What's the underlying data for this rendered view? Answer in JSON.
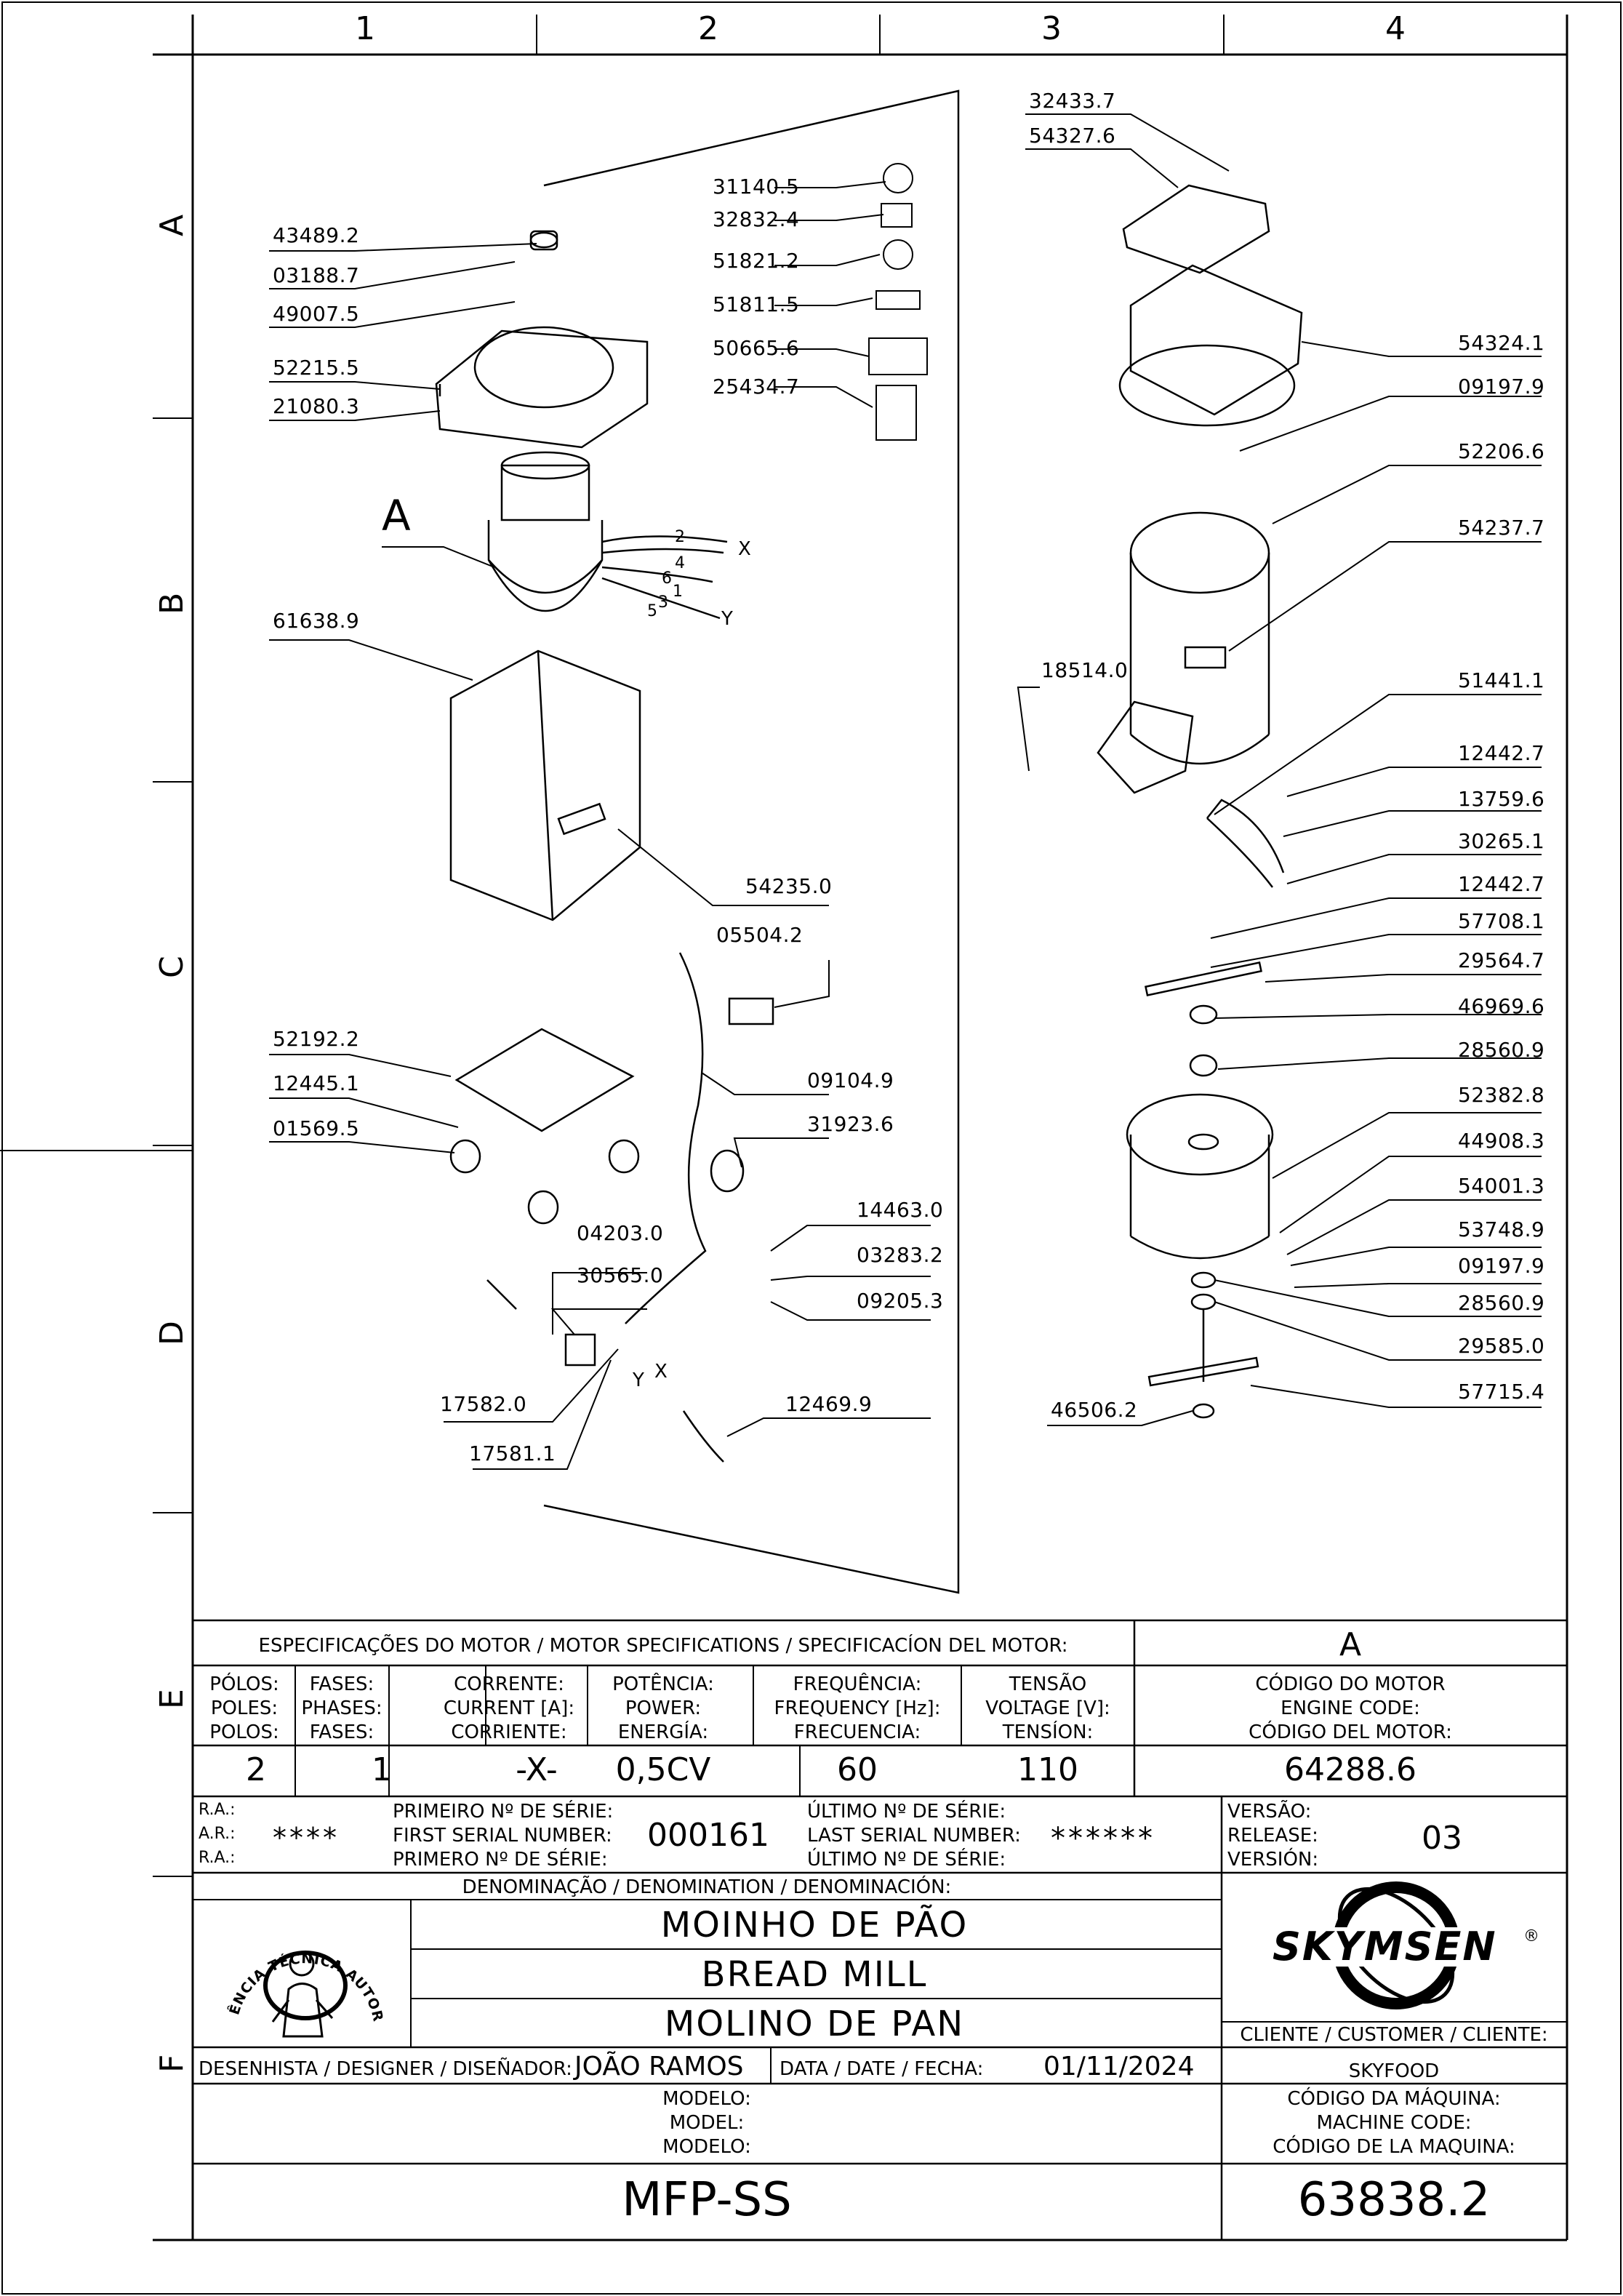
{
  "grid": {
    "columns": [
      "1",
      "2",
      "3",
      "4"
    ],
    "rows": [
      "A",
      "B",
      "C",
      "D",
      "E",
      "F"
    ]
  },
  "drawing": {
    "view_label_A": "A",
    "callouts": {
      "left": [
        "43489.2",
        "03188.7",
        "49007.5",
        "52215.5",
        "21080.3",
        "61638.9",
        "52192.2",
        "12445.1",
        "01569.5"
      ],
      "labels_group": [
        "31140.5",
        "32832.4",
        "51821.2",
        "51811.5",
        "50665.6",
        "25434.7"
      ],
      "center": [
        "54235.0",
        "05504.2",
        "09104.9",
        "31923.6",
        "14463.0",
        "03283.2",
        "09205.3",
        "04203.0",
        "30565.0",
        "17582.0",
        "17581.1",
        "12469.9"
      ],
      "right": [
        "32433.7",
        "54327.6",
        "54324.1",
        "09197.9",
        "52206.6",
        "54237.7",
        "18514.0",
        "51441.1",
        "12442.7",
        "13759.6",
        "30265.1",
        "12442.7",
        "57708.1",
        "29564.7",
        "46969.6",
        "28560.9",
        "52382.8",
        "44908.3",
        "54001.3",
        "53748.9",
        "09197.9",
        "28560.9",
        "29585.0",
        "57715.4",
        "46506.2"
      ]
    },
    "wire_labels": {
      "x1": "X",
      "y1": "Y",
      "x2": "X",
      "y2": "Y",
      "w1": "1",
      "w2": "2",
      "w3": "3",
      "w4": "4",
      "w5": "5",
      "w6": "6"
    }
  },
  "motor_spec": {
    "heading": "ESPECIFICAÇÕES DO MOTOR / MOTOR SPECIFICATIONS / SPECIFICACÍON DEL MOTOR:",
    "motor_ref": "A",
    "columns": [
      {
        "l1": "PÓLOS:",
        "l2": "POLES:",
        "l3": "POLOS:",
        "value": "2"
      },
      {
        "l1": "FASES:",
        "l2": "PHASES:",
        "l3": "FASES:",
        "value": "1"
      },
      {
        "l1": "CORRENTE:",
        "l2": "CURRENT [A]:",
        "l3": "CORRIENTE:",
        "value": "-X-"
      },
      {
        "l1": "POTÊNCIA:",
        "l2": "POWER:",
        "l3": "ENERGÍA:",
        "value": "0,5CV"
      },
      {
        "l1": "FREQUÊNCIA:",
        "l2": "FREQUENCY [Hz]:",
        "l3": "FRECUENCIA:",
        "value": "60"
      },
      {
        "l1": "TENSÃO",
        "l2": "VOLTAGE [V]:",
        "l3": "TENSÍON:",
        "value": "110"
      },
      {
        "l1": "CÓDIGO DO MOTOR",
        "l2": "ENGINE CODE:",
        "l3": "CÓDIGO DEL MOTOR:",
        "value": "64288.6"
      }
    ]
  },
  "serial": {
    "ra1": "R.A.:",
    "ar": "A.R.:",
    "ra2": "R.A.:",
    "ra_value": "****",
    "first_l1": "PRIMEIRO Nº DE SÉRIE:",
    "first_l2": "FIRST SERIAL NUMBER:",
    "first_l3": "PRIMERO Nº DE SÉRIE:",
    "first_value": "000161",
    "last_l1": "ÚLTIMO Nº DE SÉRIE:",
    "last_l2": "LAST SERIAL NUMBER:",
    "last_l3": "ÚLTIMO Nº DE SÉRIE:",
    "last_value": "******",
    "ver_l1": "VERSÃO:",
    "ver_l2": "RELEASE:",
    "ver_l3": "VERSIÓN:",
    "version": "03"
  },
  "denomination": {
    "heading": "DENOMINAÇÃO / DENOMINATION / DENOMINACIÓN:",
    "pt": "MOINHO DE PÃO",
    "en": "BREAD MILL",
    "es": "MOLINO DE PAN"
  },
  "seal": {
    "text": "ASSISTÊNCIA TÉCNICA AUTORIZADA"
  },
  "brand": {
    "logo_text": "SKYMSEN",
    "reg_mark": "®"
  },
  "customer": {
    "label": "CLIENTE / CUSTOMER / CLIENTE:",
    "value": "SKYFOOD"
  },
  "designer": {
    "label": "DESENHISTA / DESIGNER / DISEÑADOR:",
    "value": "JOÃO RAMOS",
    "date_label": "DATA / DATE / FECHA:",
    "date_value": "01/11/2024"
  },
  "model": {
    "l1": "MODELO:",
    "l2": "MODEL:",
    "l3": "MODELO:",
    "value": "MFP-SS"
  },
  "machine_code": {
    "l1": "CÓDIGO DA MÁQUINA:",
    "l2": "MACHINE CODE:",
    "l3": "CÓDIGO DE LA MAQUINA:",
    "value": "63838.2"
  }
}
